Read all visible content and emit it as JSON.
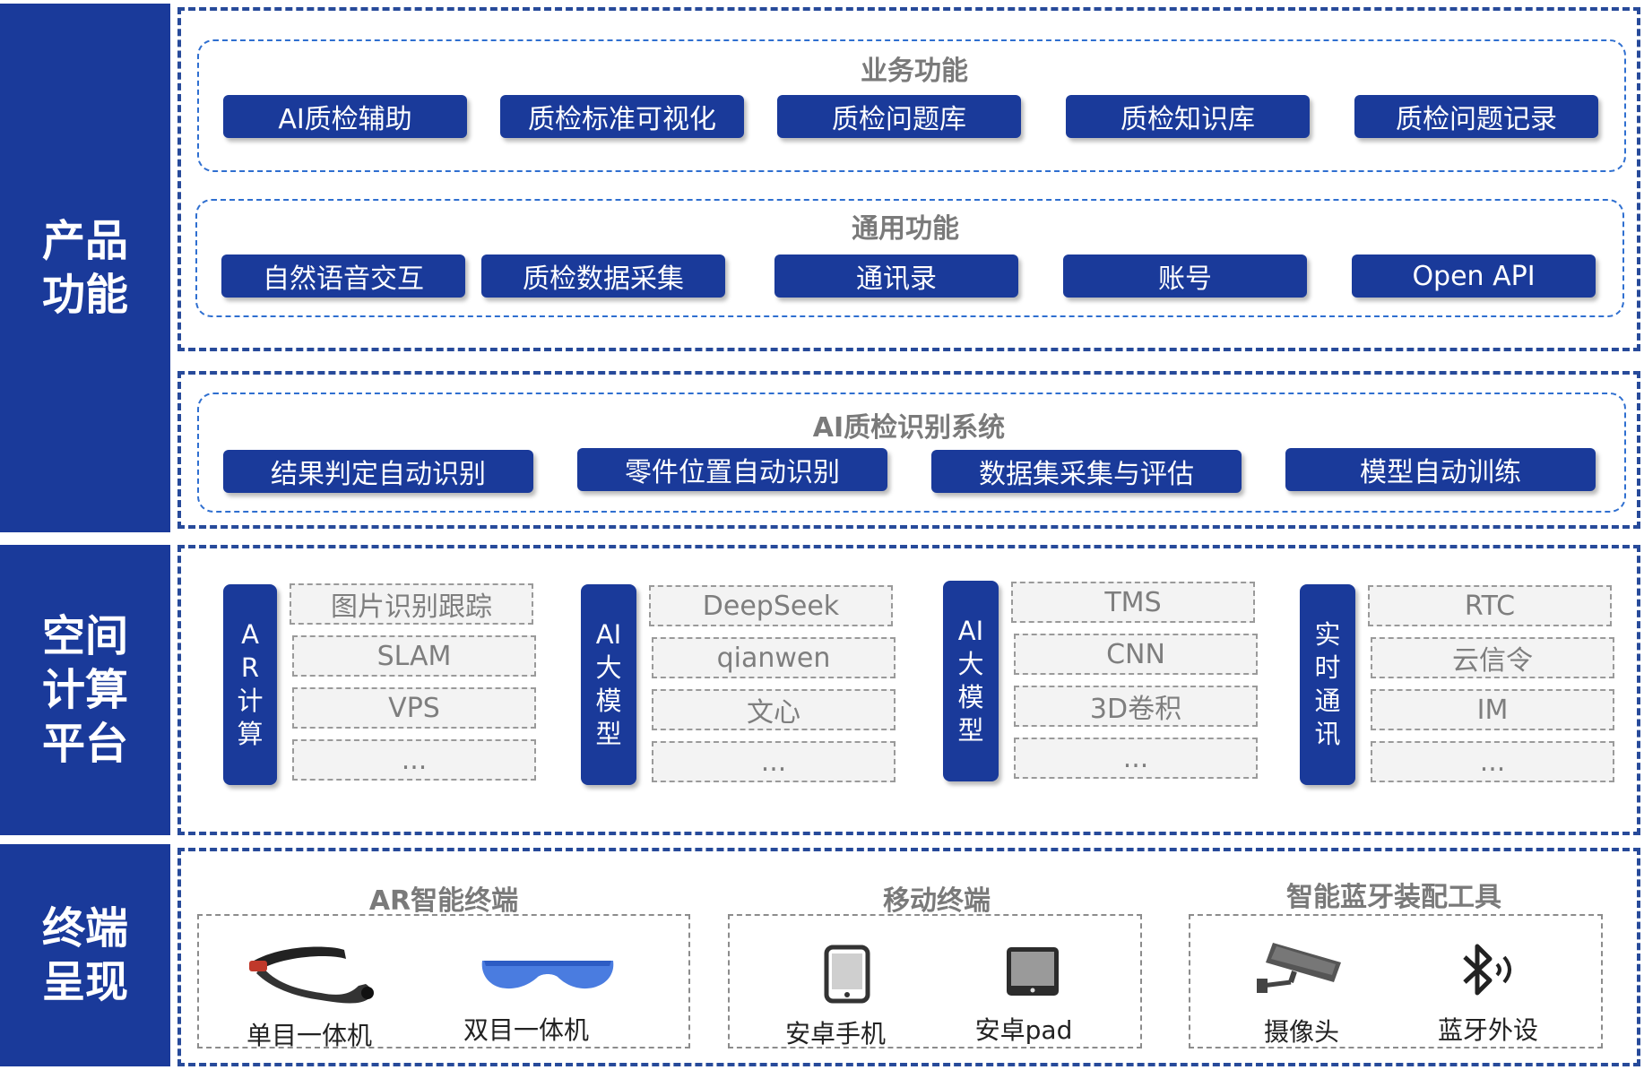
{
  "sidebar": [
    {
      "label": "产品\n功能"
    },
    {
      "label": "空间\n计算\n平台"
    },
    {
      "label": "终端\n呈现"
    }
  ],
  "business": {
    "title": "业务功能",
    "items": [
      "AI质检辅助",
      "质检标准可视化",
      "质检问题库",
      "质检知识库",
      "质检问题记录"
    ]
  },
  "general": {
    "title": "通用功能",
    "items": [
      "自然语音交互",
      "质检数据采集",
      "通讯录",
      "账号",
      "Open API"
    ]
  },
  "ai_system": {
    "title": "AI质检识别系统",
    "items": [
      "结果判定自动识别",
      "零件位置自动识别",
      "数据集采集与评估",
      "模型自动训练"
    ]
  },
  "platform": {
    "groups": [
      {
        "label": "AR计算",
        "items": [
          "图片识别跟踪",
          "SLAM",
          "VPS",
          "..."
        ]
      },
      {
        "label": "AI大模型",
        "items": [
          "DeepSeek",
          "qianwen",
          "文心",
          "..."
        ]
      },
      {
        "label": "AI大模型",
        "items": [
          "TMS",
          "CNN",
          "3D卷积",
          "..."
        ]
      },
      {
        "label": "实时通讯",
        "items": [
          "RTC",
          "云信令",
          "IM",
          "..."
        ]
      }
    ]
  },
  "terminals": {
    "groups": [
      {
        "title": "AR智能终端",
        "devices": [
          {
            "label": "单目一体机",
            "icon": "monocular-glasses-icon"
          },
          {
            "label": "双目一体机",
            "icon": "binocular-glasses-icon"
          }
        ]
      },
      {
        "title": "移动终端",
        "devices": [
          {
            "label": "安卓手机",
            "icon": "phone-icon"
          },
          {
            "label": "安卓pad",
            "icon": "tablet-icon"
          }
        ]
      },
      {
        "title": "智能蓝牙装配工具",
        "devices": [
          {
            "label": "摄像头",
            "icon": "camera-icon"
          },
          {
            "label": "蓝牙外设",
            "icon": "bluetooth-icon"
          }
        ]
      }
    ]
  },
  "colors": {
    "primary": "#1a3a9a",
    "dash": "#274a9a",
    "inner_dash": "#2f6fd0",
    "gray_box": "#f3f3f3"
  }
}
